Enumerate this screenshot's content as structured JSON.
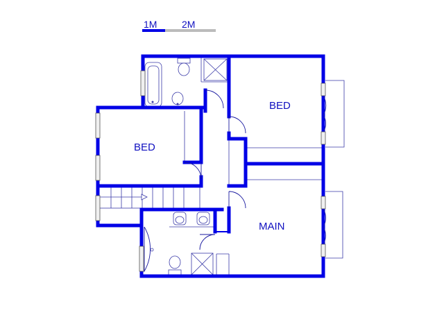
{
  "scale_bar": {
    "label_1": "1M",
    "label_2": "2M"
  },
  "rooms": {
    "bed_upper": "BED",
    "bed_left": "BED",
    "main": "MAIN"
  },
  "colors": {
    "wall": "#0000e6",
    "label": "#1010c0",
    "scale_filled": "#0000e6",
    "scale_empty": "#bbbbbb"
  }
}
